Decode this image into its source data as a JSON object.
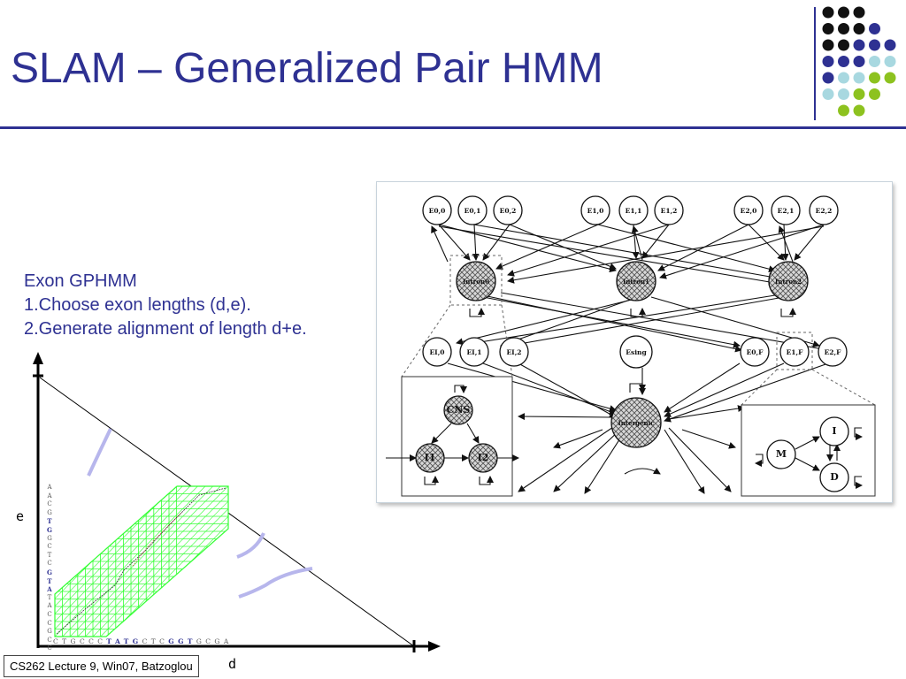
{
  "slide": {
    "title": "SLAM – Generalized Pair HMM",
    "body_lines": [
      "Exon GPHMM",
      "1.Choose exon lengths (d,e).",
      "2.Generate alignment of length d+e."
    ],
    "axis_label_e": "e",
    "axis_label_d": "d",
    "footer": "CS262 Lecture 9, Win07, Batzoglou",
    "seq_vertical": [
      "A",
      "A",
      "C",
      "G",
      "T",
      "G",
      "G",
      "C",
      "T",
      "C",
      "G",
      "T",
      "A",
      "T",
      "A",
      "C",
      "C",
      "G",
      "C",
      "C"
    ],
    "seq_vertical_highlight": [
      4,
      5,
      10,
      11,
      12
    ],
    "seq_horizontal": [
      "C",
      "T",
      "G",
      "C",
      "C",
      "C",
      "T",
      "A",
      "T",
      "G",
      "C",
      "T",
      "C",
      "G",
      "G",
      "T",
      "G",
      "C",
      "G",
      "A"
    ],
    "seq_horizontal_highlight": [
      6,
      7,
      8,
      9,
      13,
      14,
      15
    ]
  },
  "diagram": {
    "nodes": {
      "E00": "E0,0",
      "E01": "E0,1",
      "E02": "E0,2",
      "E10": "E1,0",
      "E11": "E1,1",
      "E12": "E1,2",
      "E20": "E2,0",
      "E21": "E2,1",
      "E22": "E2,2",
      "Intron0": "Intron0",
      "Intron1": "Intron1",
      "Intron2": "Intron2",
      "EI0": "EI,0",
      "EI1": "EI,1",
      "EI2": "EI,2",
      "Esing": "Esing",
      "E0F": "E0,F",
      "E1F": "E1,F",
      "E2F": "E2,F",
      "Intergenic": "Intergenic",
      "CNS": "CNS",
      "I1": "I1",
      "I2": "I2",
      "M": "M",
      "I": "I",
      "D": "D"
    }
  },
  "colors": {
    "accent": "#2e3192",
    "grid": "#33ff33",
    "dot_dark": "#111111",
    "dot_blue": "#2e3192",
    "dot_light": "#a8d8e0",
    "dot_green": "#8dc21f"
  }
}
